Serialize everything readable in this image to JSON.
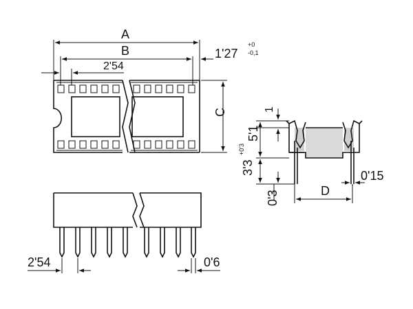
{
  "labels": {
    "A": "A",
    "B": "B",
    "pitch_top": "2'54",
    "spacing": "1'27",
    "tol_plus": "+0",
    "tol_minus": "-0,1",
    "C": "C",
    "h1": "1",
    "h51": "5'1",
    "h33": "3'3",
    "h33_tol": "+0'3",
    "h03": "0'3",
    "D": "D",
    "w015": "0'15",
    "pitch_bottom": "2'54",
    "pin_w": "0'6"
  }
}
